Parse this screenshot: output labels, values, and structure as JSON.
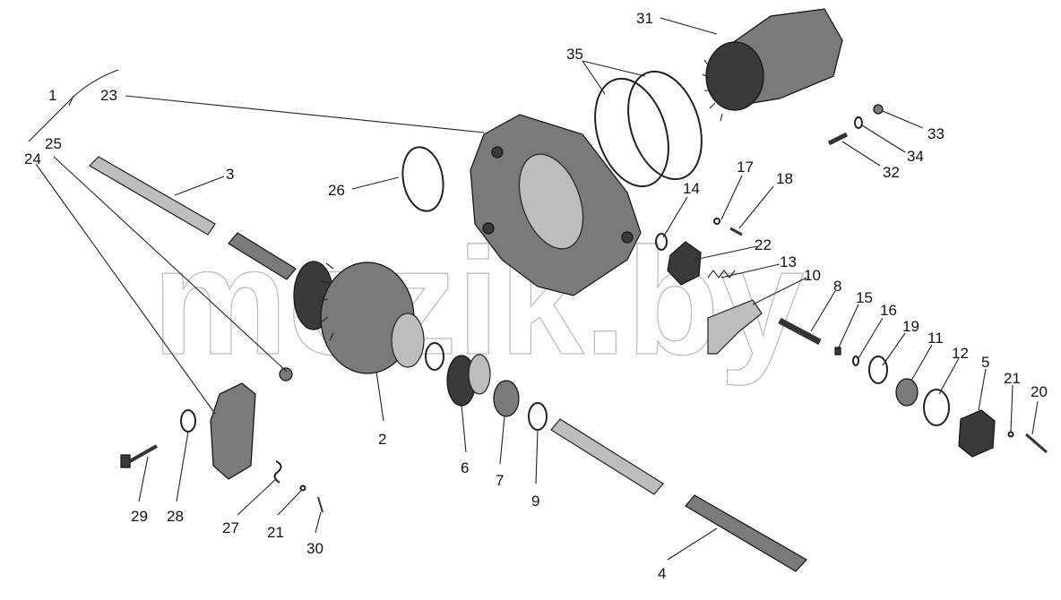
{
  "watermark": "mozik.by",
  "corner_mark": "",
  "callouts": [
    "1",
    "23",
    "24",
    "25",
    "3",
    "26",
    "35",
    "31",
    "33",
    "34",
    "32",
    "17",
    "18",
    "14",
    "22",
    "13",
    "10",
    "8",
    "15",
    "16",
    "19",
    "11",
    "12",
    "5",
    "21",
    "20",
    "2",
    "6",
    "7",
    "9",
    "4",
    "29",
    "28",
    "27",
    "21",
    "30"
  ]
}
